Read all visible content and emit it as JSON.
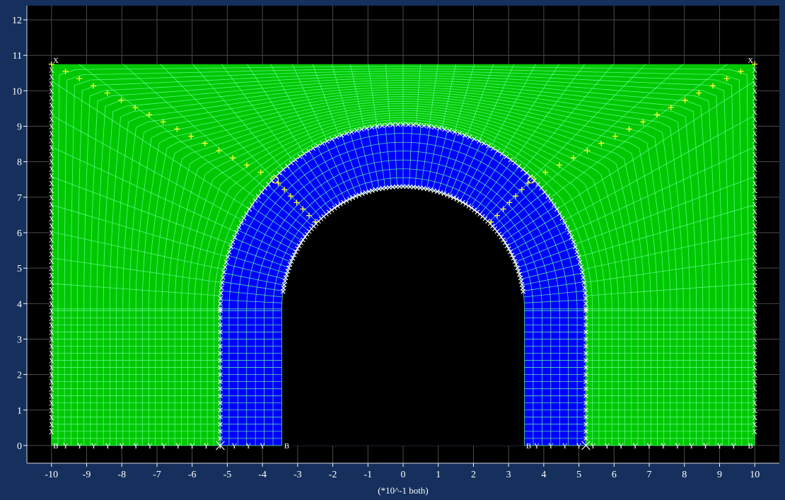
{
  "view": {
    "background": "#15305c",
    "plot_background": "#000000",
    "grid_color": "#4a4a4a",
    "colors": {
      "soil": "#00c800",
      "lining": "#0000ff",
      "mesh": "#66ff99",
      "node_marker": "#ffffff",
      "interface_marker": "#ffff33"
    }
  },
  "axes": {
    "x_ticks": [
      "-10",
      "-9",
      "-8",
      "-7",
      "-6",
      "-5",
      "-4",
      "-3",
      "-2",
      "-1",
      "0",
      "1",
      "2",
      "3",
      "4",
      "5",
      "6",
      "7",
      "8",
      "9",
      "10"
    ],
    "y_ticks": [
      "0",
      "1",
      "2",
      "3",
      "4",
      "5",
      "6",
      "7",
      "8",
      "9",
      "10",
      "11",
      "12"
    ],
    "x_range": [
      -10.7,
      10.7
    ],
    "y_range": [
      -0.5,
      12.4
    ],
    "scale_note": "(*10^-1 both)"
  },
  "model": {
    "domain": {
      "x": [
        -10,
        10
      ],
      "y": [
        0,
        10.75
      ]
    },
    "lining": {
      "center": [
        0,
        3.85
      ],
      "inner_radius": 3.45,
      "outer_radius": 5.2,
      "invert_top": 9.0,
      "inner_crown": 7.3
    },
    "support_labels": {
      "fixed_x": "X",
      "fixed_y": "Y",
      "fixed_both": "B"
    }
  }
}
